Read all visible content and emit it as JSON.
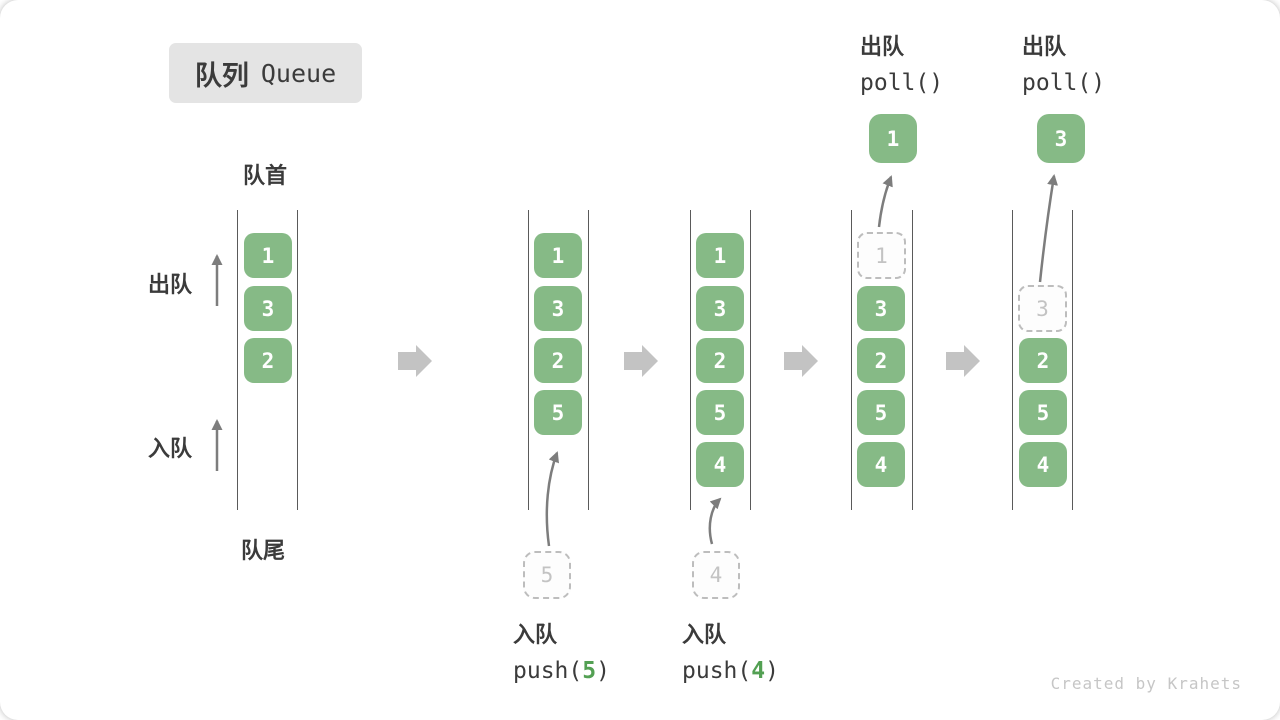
{
  "title": {
    "zh": "队列",
    "en": "Queue"
  },
  "labels": {
    "front": "队首",
    "rear": "队尾",
    "dequeue": "出队",
    "enqueue": "入队"
  },
  "ops": {
    "enqueue_a": {
      "name": "入队",
      "fn_open": "push(",
      "arg": "5",
      "fn_close": ")"
    },
    "enqueue_b": {
      "name": "入队",
      "fn_open": "push(",
      "arg": "4",
      "fn_close": ")"
    },
    "poll_a": {
      "name": "出队",
      "fn": "poll()"
    },
    "poll_b": {
      "name": "出队",
      "fn": "poll()"
    }
  },
  "columns": [
    {
      "cells": [
        "1",
        "3",
        "2"
      ]
    },
    {
      "cells": [
        "1",
        "3",
        "2",
        "5"
      ],
      "incoming": "5"
    },
    {
      "cells": [
        "1",
        "3",
        "2",
        "5",
        "4"
      ],
      "incoming": "4"
    },
    {
      "ghost": "1",
      "cells": [
        "3",
        "2",
        "5",
        "4"
      ],
      "outgoing": "1"
    },
    {
      "ghost": "3",
      "cells": [
        "2",
        "5",
        "4"
      ],
      "outgoing": "3"
    }
  ],
  "watermark": "Created by Krahets",
  "theme": {
    "cell-green": "#86ba86",
    "accent-green": "#53a053",
    "badge-bg": "#e4e4e4",
    "ink": "#3b3b3b",
    "ghost-ink": "#c3c3c3",
    "ghost-border": "#bdbdbd",
    "rail": "#5a5a5a",
    "arrow-gray": "#7d7d7d",
    "chevron": "#c3c3c3",
    "watermark-ink": "#c6c6c6"
  }
}
